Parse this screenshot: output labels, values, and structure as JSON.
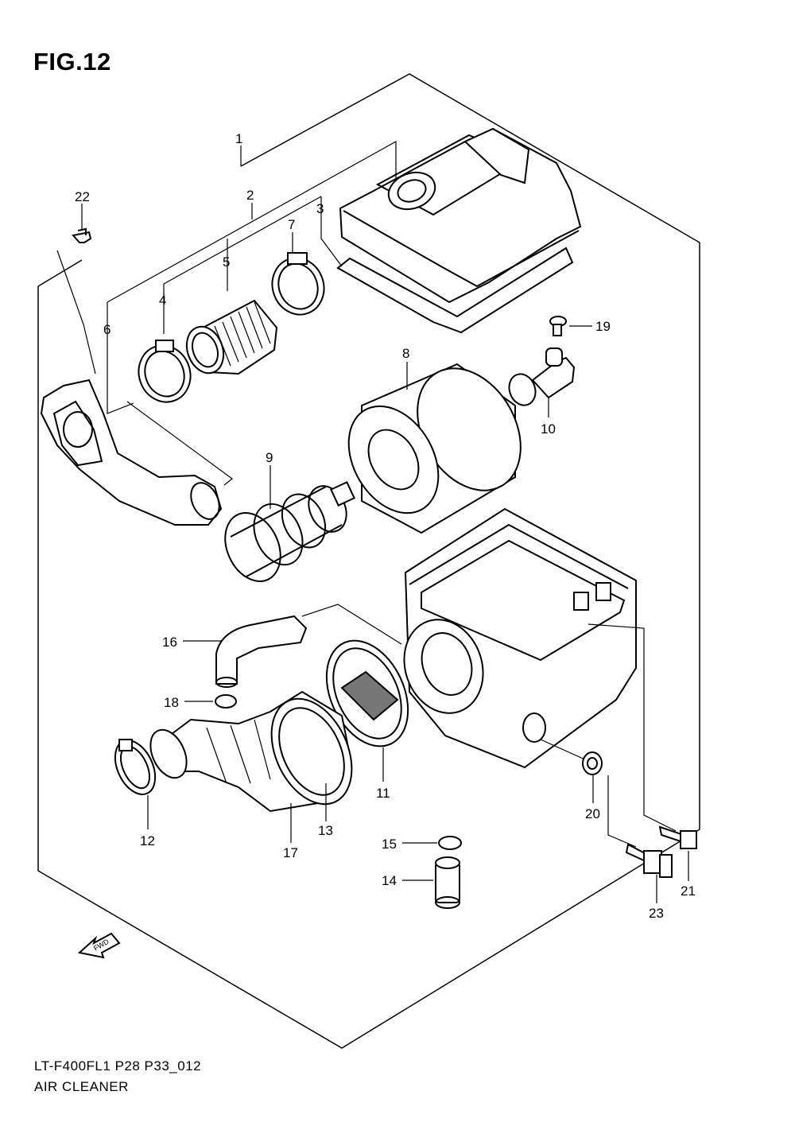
{
  "figure": {
    "title": "FIG.12",
    "code": "LT-F400FL1 P28 P33_012",
    "name": "AIR CLEANER"
  },
  "fwd_label": "FWD",
  "callouts": [
    {
      "key": "c1",
      "label": "1"
    },
    {
      "key": "c2",
      "label": "2"
    },
    {
      "key": "c3",
      "label": "3"
    },
    {
      "key": "c4",
      "label": "4"
    },
    {
      "key": "c5",
      "label": "5"
    },
    {
      "key": "c6",
      "label": "6"
    },
    {
      "key": "c7",
      "label": "7"
    },
    {
      "key": "c8",
      "label": "8"
    },
    {
      "key": "c9",
      "label": "9"
    },
    {
      "key": "c10",
      "label": "10"
    },
    {
      "key": "c11",
      "label": "11"
    },
    {
      "key": "c12",
      "label": "12"
    },
    {
      "key": "c13",
      "label": "13"
    },
    {
      "key": "c14",
      "label": "14"
    },
    {
      "key": "c15",
      "label": "15"
    },
    {
      "key": "c16",
      "label": "16"
    },
    {
      "key": "c17",
      "label": "17"
    },
    {
      "key": "c18",
      "label": "18"
    },
    {
      "key": "c19",
      "label": "19"
    },
    {
      "key": "c20",
      "label": "20"
    },
    {
      "key": "c21",
      "label": "21"
    },
    {
      "key": "c22",
      "label": "22"
    },
    {
      "key": "c23",
      "label": "23"
    }
  ]
}
